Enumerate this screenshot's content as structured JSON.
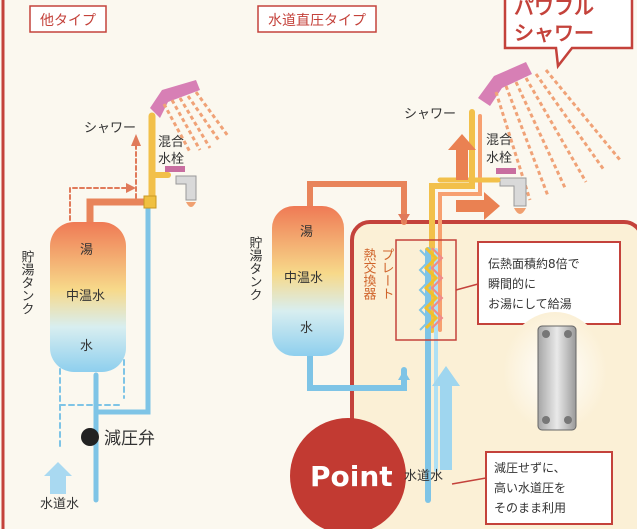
{
  "left_panel": {
    "type_label": "他タイプ",
    "shower_label": "シャワー",
    "mixing_faucet_line1": "混合",
    "mixing_faucet_line2": "水栓",
    "tank_vertical_label": "貯湯タンク",
    "tank_hot": "湯",
    "tank_mid": "中温水",
    "tank_cold": "水",
    "pressure_valve_label": "減圧弁",
    "tap_water_label": "水道水"
  },
  "right_panel": {
    "type_label": "水道直圧タイプ",
    "callout_top_line1": "パワフル",
    "callout_top_line2": "シャワー",
    "shower_label": "シャワー",
    "mixing_faucet_line1": "混合",
    "mixing_faucet_line2": "水栓",
    "tank_vertical_label": "貯湯タンク",
    "tank_hot": "湯",
    "tank_mid": "中温水",
    "tank_cold": "水",
    "heat_exchanger_col1": "プレート",
    "heat_exchanger_col2": "熱交換器",
    "info_box_line1": "伝熱面積約8倍で",
    "info_box_line2": "瞬間的に",
    "info_box_line3": "お湯にして給湯",
    "point_label": "Point",
    "tap_water_label": "水道水",
    "note_line1": "減圧せずに、",
    "note_line2": "高い水道圧を",
    "note_line3": "そのまま利用"
  },
  "colors": {
    "border_red": "#c4423b",
    "panel_fill": "#fbf0d6",
    "point_red": "#c23a32",
    "hot_pipe": "#e8845a",
    "warm_pipe": "#f2c04a",
    "cold_pipe": "#7ec4e6",
    "heat_zigzag": "#f0c02c"
  }
}
